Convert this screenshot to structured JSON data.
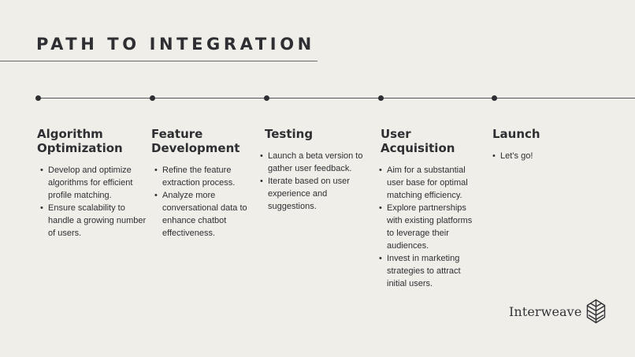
{
  "slide": {
    "title": "PATH TO INTEGRATION"
  },
  "timeline": {
    "stages": [
      {
        "title": "Algorithm Optimization",
        "items": [
          "Develop and optimize algorithms for efficient profile matching.",
          "Ensure scalability to handle a growing number of users."
        ]
      },
      {
        "title": "Feature Development",
        "items": [
          "Refine the feature extraction process.",
          "Analyze more conversational data to enhance chatbot effectiveness."
        ]
      },
      {
        "title": "Testing",
        "items": [
          "Launch a beta version to gather user feedback.",
          "Iterate based on user experience and suggestions."
        ]
      },
      {
        "title": "User Acquisition",
        "items": [
          "Aim for a substantial user base for optimal matching efficiency.",
          "Explore partnerships with existing platforms to leverage their audiences.",
          "Invest in marketing strategies to attract initial users."
        ]
      },
      {
        "title": "Launch",
        "items": [
          "Let’s go!"
        ]
      }
    ]
  },
  "brand": {
    "name": "Interweave",
    "icon": "interweave-logo-icon",
    "text_color": "#343438"
  },
  "colors": {
    "background": "#efeee9",
    "text": "#2f2f33",
    "timeline": "#55565a"
  }
}
